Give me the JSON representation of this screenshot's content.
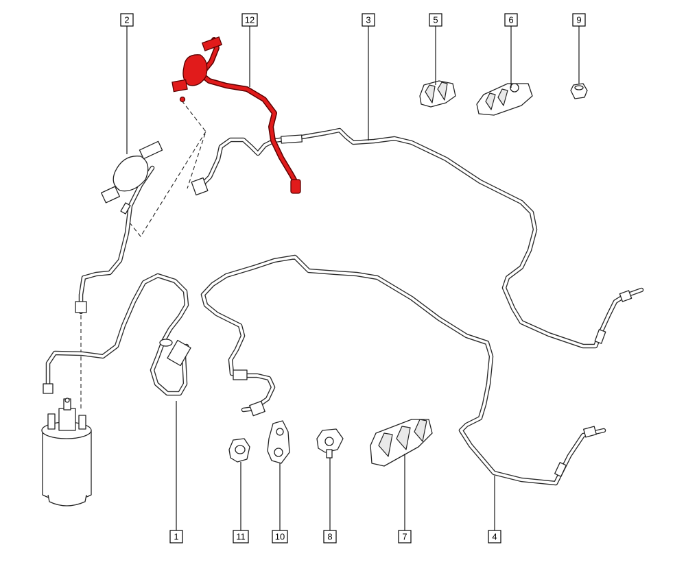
{
  "diagram": {
    "highlight_color": "#e11b1b",
    "callouts": [
      {
        "id": "c1",
        "label": "1"
      },
      {
        "id": "c2",
        "label": "2"
      },
      {
        "id": "c3",
        "label": "3"
      },
      {
        "id": "c4",
        "label": "4"
      },
      {
        "id": "c5",
        "label": "5"
      },
      {
        "id": "c6",
        "label": "6"
      },
      {
        "id": "c7",
        "label": "7"
      },
      {
        "id": "c8",
        "label": "8"
      },
      {
        "id": "c9",
        "label": "9"
      },
      {
        "id": "c10",
        "label": "10"
      },
      {
        "id": "c11",
        "label": "11"
      },
      {
        "id": "c12",
        "label": "12"
      }
    ]
  }
}
